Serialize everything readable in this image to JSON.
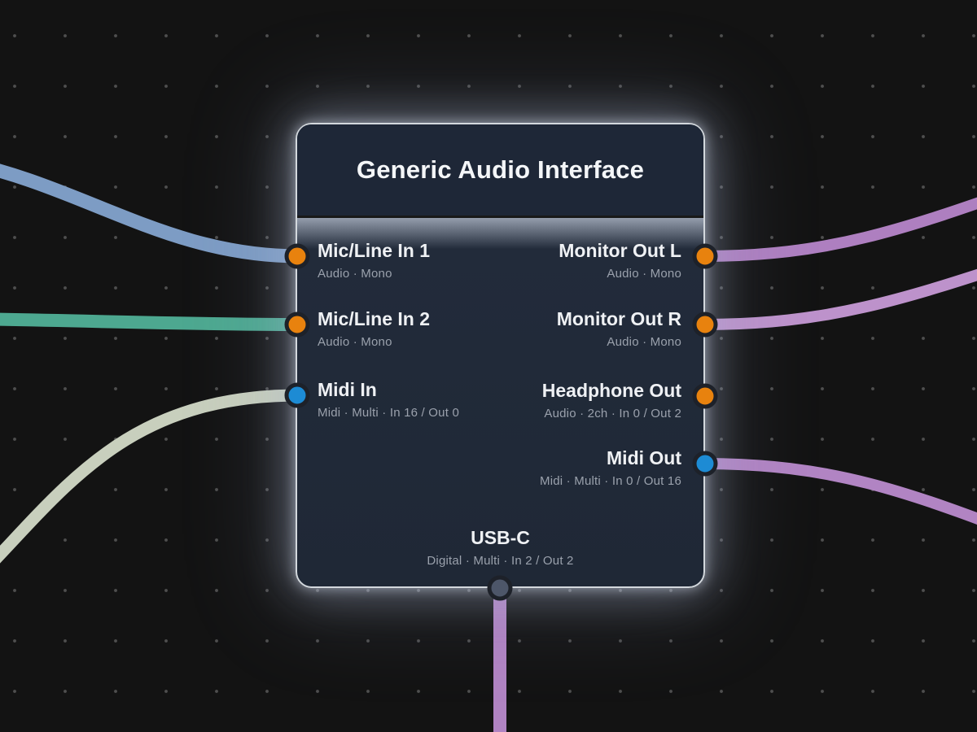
{
  "palette": {
    "bg": "#131313",
    "dot": "#4f4f4f",
    "node-border": "#d3d8dd",
    "header-bg": "#1e2737",
    "body-bg": "#212a39",
    "title-color": "#f4f6f8",
    "label-color": "#eff1f4",
    "sub-color": "#9aa1ac",
    "ring": "#1d2129"
  },
  "node": {
    "title": "Generic Audio Interface",
    "left_ports": [
      {
        "label": "Mic/Line In 1",
        "sub": "Audio · Mono",
        "color": "#e8820e"
      },
      {
        "label": "Mic/Line In 2",
        "sub": "Audio · Mono",
        "color": "#e8820e"
      },
      {
        "label": "Midi In",
        "sub": "Midi · Multi · In 16 / Out 0",
        "color": "#1d8bd4"
      }
    ],
    "right_ports": [
      {
        "label": "Monitor Out L",
        "sub": "Audio · Mono",
        "color": "#e8820e"
      },
      {
        "label": "Monitor Out R",
        "sub": "Audio · Mono",
        "color": "#e8820e"
      },
      {
        "label": "Headphone Out",
        "sub": "Audio · 2ch · In 0 / Out 2",
        "color": "#e8820e"
      },
      {
        "label": "Midi Out",
        "sub": "Midi · Multi · In 0 / Out 16",
        "color": "#1d8bd4"
      }
    ],
    "bottom_port": {
      "label": "USB-C",
      "sub": "Digital · Multi · In 2 / Out 2",
      "color": "#4d5669"
    }
  },
  "cables": [
    {
      "name": "cable-to-mic-line-in-1",
      "color": "#7d9cc4"
    },
    {
      "name": "cable-to-mic-line-in-2",
      "color": "#4da890"
    },
    {
      "name": "cable-to-midi-in",
      "color": "#c8cfbd"
    },
    {
      "name": "cable-from-monitor-out-l",
      "color": "#ae7fc0"
    },
    {
      "name": "cable-from-monitor-out-r",
      "color": "#bd92cb"
    },
    {
      "name": "cable-from-midi-out",
      "color": "#b184c3"
    },
    {
      "name": "cable-from-usb-c",
      "color": "#b083c2"
    }
  ]
}
